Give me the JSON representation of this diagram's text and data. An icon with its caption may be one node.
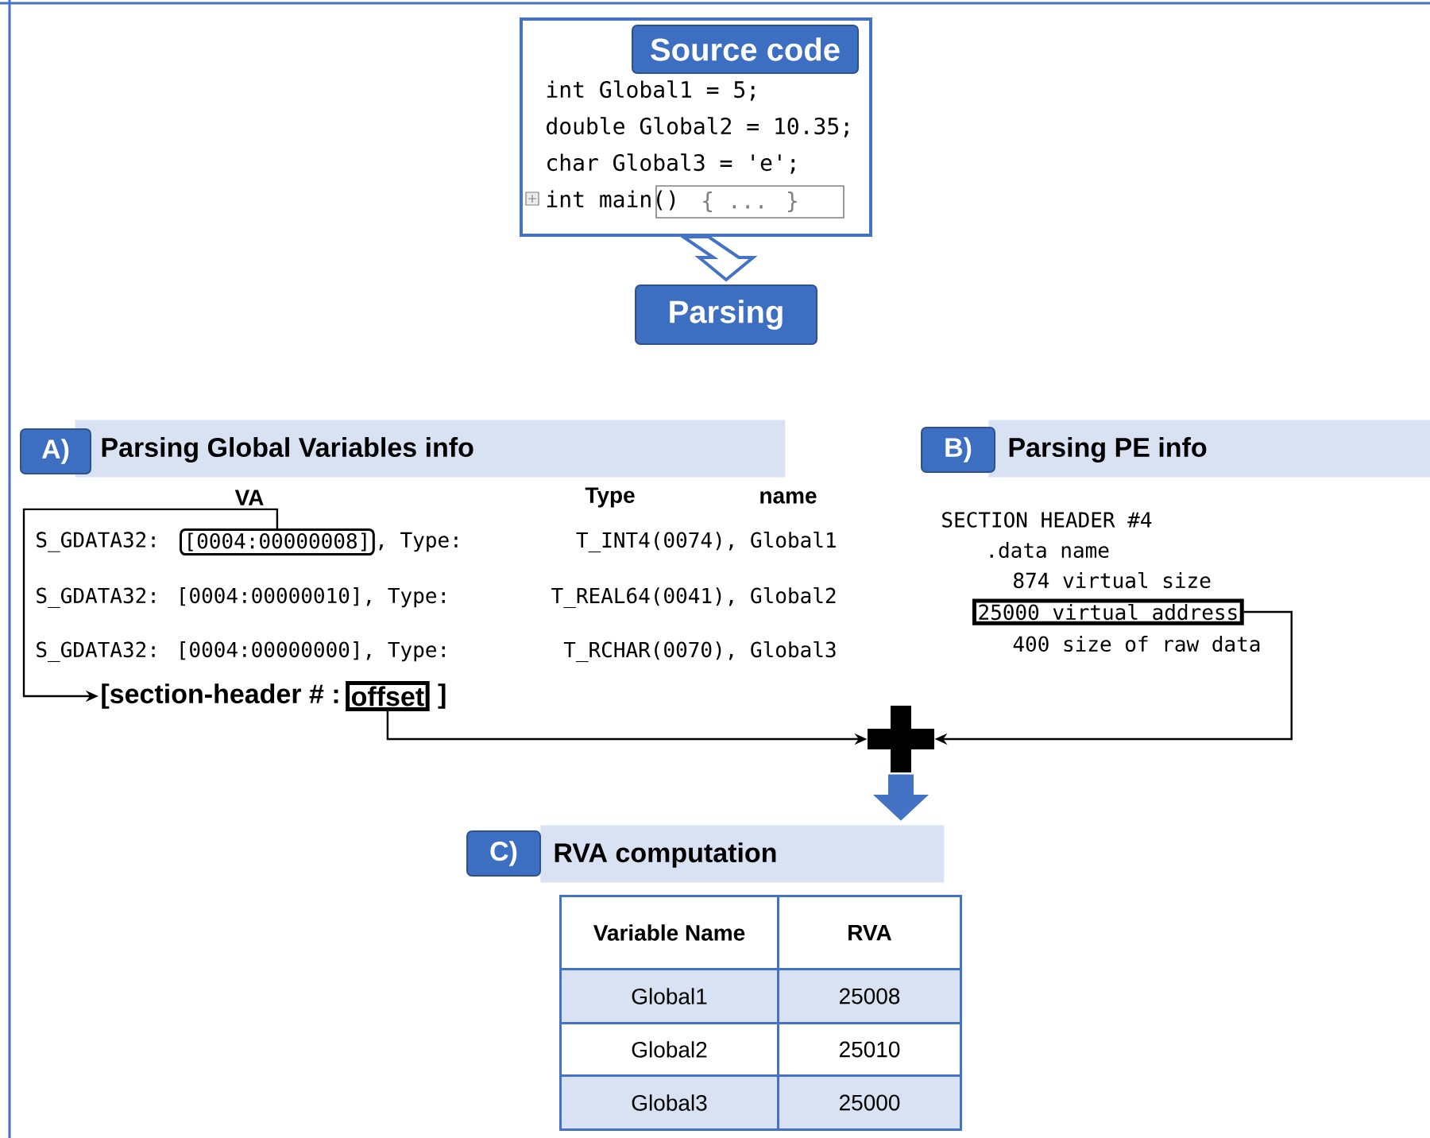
{
  "diagram": {
    "nodes": [
      {
        "text": [
          "Source code",
          "int Global1 = 5;",
          "double Global2 = 10.35;",
          "char Global3 = 'e';",
          "int main()",
          "{ ... }"
        ]
      },
      {
        "text": [
          "Parsing"
        ]
      },
      {
        "text": [
          "A)",
          "Parsing Global Variables info"
        ]
      },
      {
        "text": [
          "B)",
          "Parsing PE info"
        ]
      },
      {
        "text": [
          "C)",
          "RVA computation"
        ]
      },
      {
        "text": [
          "[0004:00000008]"
        ]
      },
      {
        "text": [
          "[section-header # :"
        ]
      },
      {
        "text": [
          "offset"
        ]
      },
      {
        "text": [
          "25000 virtual address"
        ]
      },
      {
        "text": [],
        "shape": "cross"
      }
    ],
    "edges": [
      {
        "from": 0,
        "to": 1,
        "arrow": "to",
        "style": "thick",
        "color": "#4472c4"
      },
      {
        "from": 5,
        "to": 6,
        "arrow": "to"
      },
      {
        "from": 7,
        "to": 9,
        "arrow": "to"
      },
      {
        "from": 8,
        "to": 9,
        "arrow": "to"
      },
      {
        "from": 9,
        "to": 4,
        "arrow": "to",
        "style": "thick",
        "color": "#4472c4"
      }
    ],
    "labels": [
      "VA",
      "Type",
      "name",
      "S_GDATA32:",
      ", Type:",
      "T_INT4(0074), Global1",
      "S_GDATA32: [0004:00000010], Type:",
      "T_REAL64(0041), Global2",
      "S_GDATA32: [0004:00000000], Type:",
      "T_RCHAR(0070), Global3",
      "]",
      "SECTION HEADER #4",
      ".data name",
      "874 virtual size",
      "400 size of raw data",
      "Variable Name",
      "RVA",
      "Global1",
      "25008",
      "Global2",
      "25010",
      "Global3",
      "25000"
    ]
  }
}
